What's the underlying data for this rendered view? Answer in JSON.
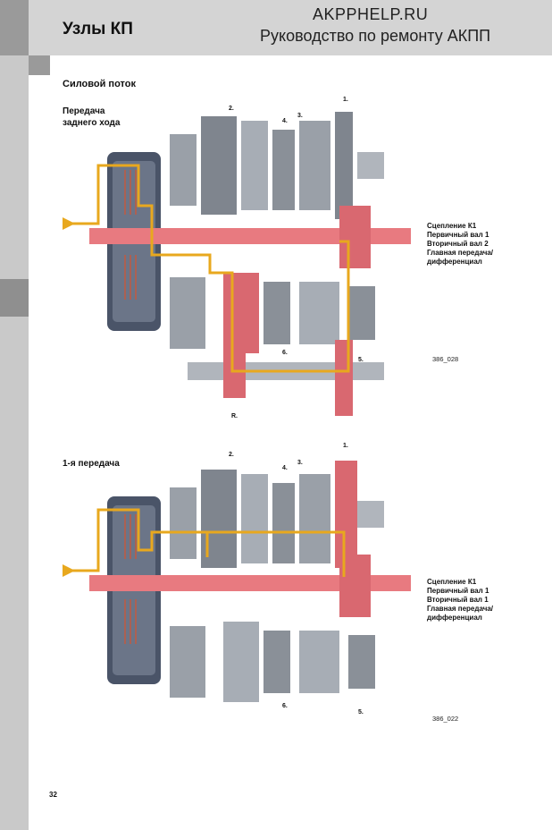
{
  "header": {
    "title": "Узлы КП",
    "site": "AKPPHELP.RU",
    "subtitle": "Руководство по ремонту АКПП"
  },
  "section_heading": "Силовой поток",
  "diagram1": {
    "caption_line1": "Передача",
    "caption_line2": "заднего хода",
    "legend": [
      "Сцепление К1",
      "Первичный вал 1",
      "Вторичный вал 2",
      "Главная передача/",
      "дифференциал"
    ],
    "figure_ref": "386_028",
    "labels": {
      "n1": "1.",
      "n2": "2.",
      "n3": "3.",
      "n4": "4.",
      "n5": "5.",
      "n6": "6.",
      "nR": "R."
    }
  },
  "diagram2": {
    "caption": "1-я передача",
    "legend": [
      "Сцепление К1",
      "Первичный вал 1",
      "Вторичный вал 1",
      "Главная передача/",
      "дифференциал"
    ],
    "figure_ref": "386_022",
    "labels": {
      "n1": "1.",
      "n2": "2.",
      "n3": "3.",
      "n4": "4.",
      "n5": "5.",
      "n6": "6."
    }
  },
  "page_number": "32",
  "colors": {
    "flow": "#e8a81e",
    "highlight": "#e87a80",
    "gear": "#8a9098",
    "housing": "#4a5468"
  }
}
